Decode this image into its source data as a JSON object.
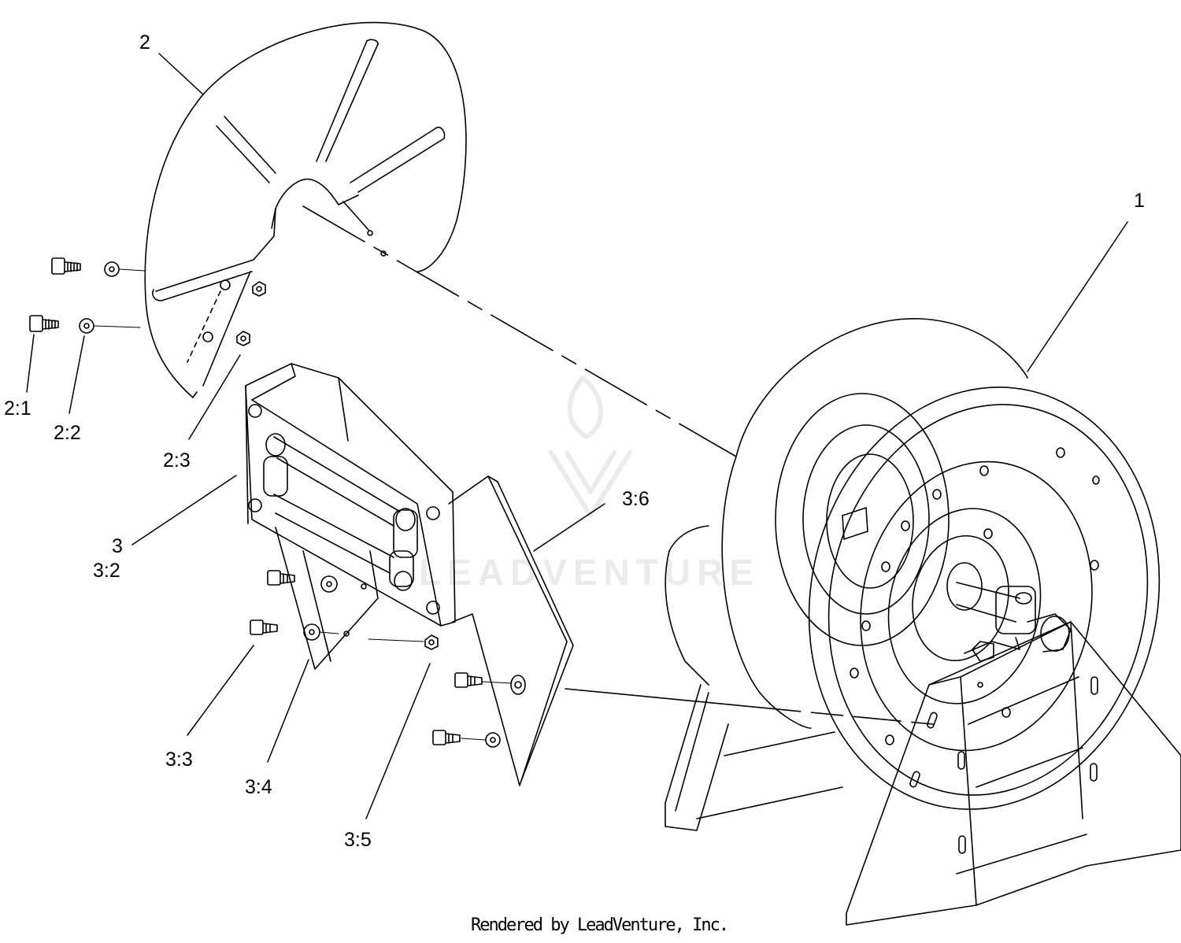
{
  "labels": {
    "p1": "1",
    "p2": "2",
    "p2_1": "2:1",
    "p2_2": "2:2",
    "p2_3": "2:3",
    "p3": "3",
    "p3_2": "3:2",
    "p3_3": "3:3",
    "p3_4": "3:4",
    "p3_5": "3:5",
    "p3_6": "3:6"
  },
  "watermark": "LEADVENTURE",
  "footer": {
    "credit": "Rendered by LeadVenture, Inc."
  },
  "colors": {
    "line": "#000000",
    "background": "#ffffff",
    "watermark": "#e6e6e6"
  }
}
